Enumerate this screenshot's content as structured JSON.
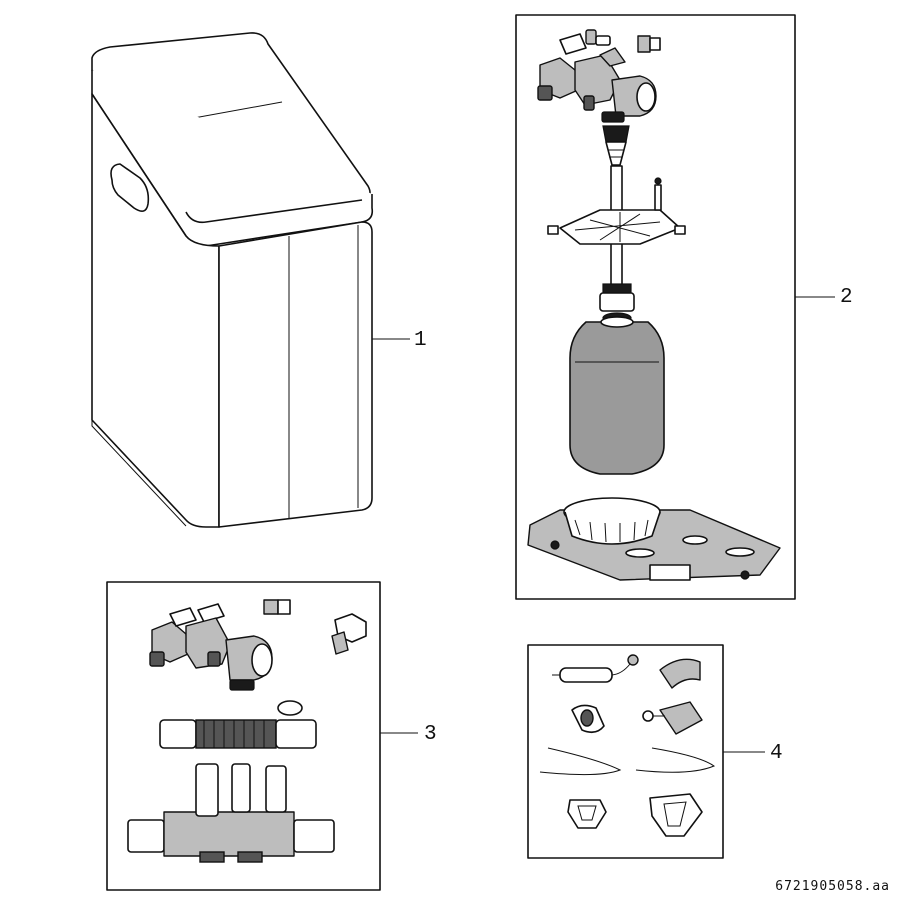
{
  "figure": {
    "callouts": [
      {
        "id": "1",
        "text": "1"
      },
      {
        "id": "2",
        "text": "2"
      },
      {
        "id": "3",
        "text": "3"
      },
      {
        "id": "4",
        "text": "4"
      }
    ],
    "document_number": "6721905058.aa"
  }
}
